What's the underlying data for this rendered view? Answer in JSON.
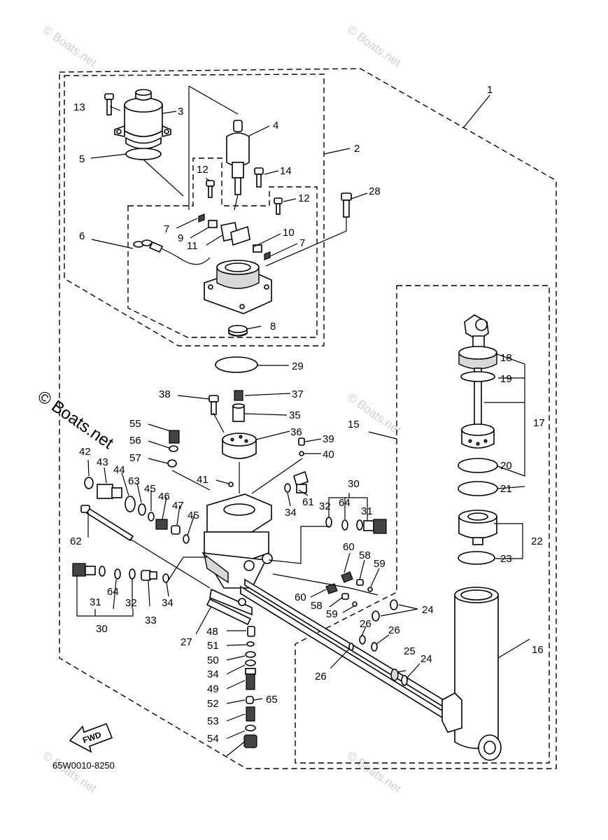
{
  "diagram": {
    "drawing_code": "65W0010-8250",
    "fwd_label": "FWD",
    "watermark_main": "© Boats.net",
    "watermark_small": "© Boats.net",
    "callouts": [
      "1",
      "2",
      "3",
      "4",
      "5",
      "6",
      "7",
      "8",
      "9",
      "10",
      "11",
      "12",
      "13",
      "14",
      "15",
      "16",
      "17",
      "18",
      "19",
      "20",
      "21",
      "22",
      "23",
      "24",
      "25",
      "26",
      "27",
      "28",
      "29",
      "30",
      "31",
      "32",
      "33",
      "34",
      "35",
      "36",
      "37",
      "38",
      "39",
      "40",
      "41",
      "42",
      "43",
      "44",
      "45",
      "46",
      "47",
      "48",
      "49",
      "50",
      "51",
      "52",
      "53",
      "54",
      "55",
      "56",
      "57",
      "58",
      "59",
      "60",
      "61",
      "62",
      "63",
      "64",
      "65"
    ]
  }
}
